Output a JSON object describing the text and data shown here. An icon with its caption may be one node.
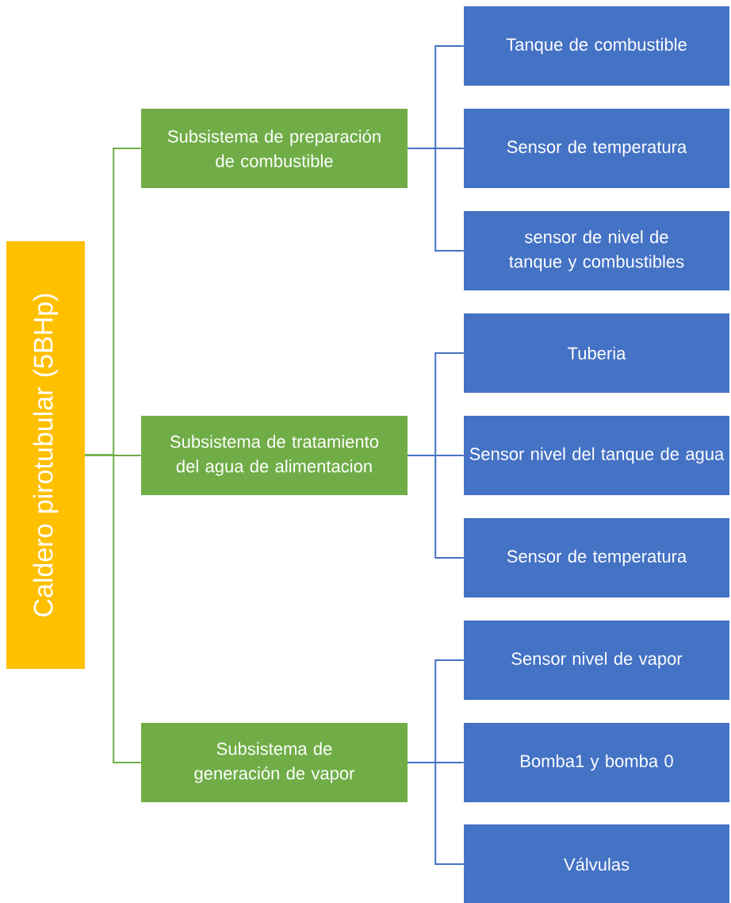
{
  "diagram": {
    "nodes": [
      {
        "text": [
          "Caldero pirotubular (5BHp)"
        ]
      },
      {
        "text": [
          "Subsistema de preparación de combustible"
        ]
      },
      {
        "text": [
          "Tanque de combustible"
        ]
      },
      {
        "text": [
          "Sensor de temperatura"
        ]
      },
      {
        "text": [
          "sensor de nivel de tanque y combustibles"
        ]
      },
      {
        "text": [
          "Subsistema de tratamiento del agua de alimentacion"
        ]
      },
      {
        "text": [
          "Tuberia"
        ]
      },
      {
        "text": [
          "Sensor nivel del tanque de agua"
        ]
      },
      {
        "text": [
          "Sensor de temperatura"
        ]
      },
      {
        "text": [
          "Subsistema de generación de vapor"
        ]
      },
      {
        "text": [
          "Sensor nivel de vapor"
        ]
      },
      {
        "text": [
          "Bomba1 y bomba 0"
        ]
      },
      {
        "text": [
          "Válvulas"
        ]
      }
    ],
    "edges": [
      {
        "from": 0,
        "to": 1,
        "arrow": "none",
        "color": "#70ad47"
      },
      {
        "from": 0,
        "to": 5,
        "arrow": "none",
        "color": "#70ad47"
      },
      {
        "from": 0,
        "to": 9,
        "arrow": "none",
        "color": "#70ad47"
      },
      {
        "from": 1,
        "to": 2,
        "arrow": "none"
      },
      {
        "from": 1,
        "to": 3,
        "arrow": "none"
      },
      {
        "from": 1,
        "to": 4,
        "arrow": "none"
      },
      {
        "from": 5,
        "to": 6,
        "arrow": "none"
      },
      {
        "from": 5,
        "to": 7,
        "arrow": "none"
      },
      {
        "from": 5,
        "to": 8,
        "arrow": "none"
      },
      {
        "from": 9,
        "to": 10,
        "arrow": "none"
      },
      {
        "from": 9,
        "to": 11,
        "arrow": "none"
      },
      {
        "from": 9,
        "to": 12,
        "arrow": "none"
      }
    ]
  }
}
